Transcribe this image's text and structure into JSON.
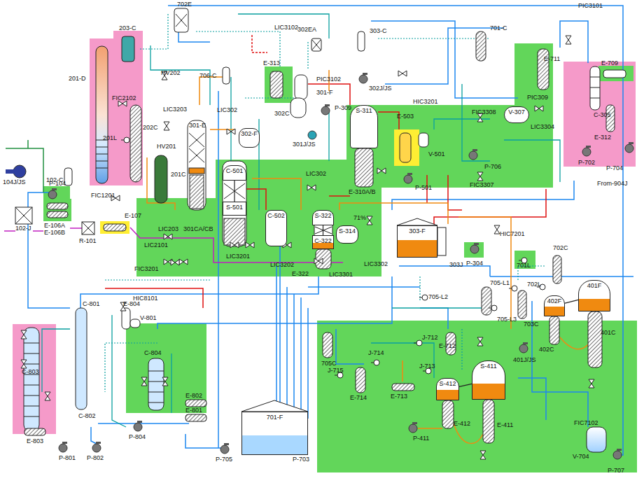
{
  "diagram": {
    "nodes": [
      {
        "text": [
          "701-F"
        ]
      },
      {
        "text": [
          "303-F"
        ]
      },
      {
        "text": [
          "S-311"
        ]
      },
      {
        "text": [
          "302-F"
        ]
      },
      {
        "text": [
          "V-307"
        ]
      },
      {
        "text": [
          "C-501"
        ]
      },
      {
        "text": [
          "S-501"
        ]
      },
      {
        "text": [
          "C-502"
        ]
      },
      {
        "text": [
          "S-322"
        ]
      },
      {
        "text": [
          "C-322"
        ]
      },
      {
        "text": [
          "S-314"
        ]
      },
      {
        "text": [
          "402F"
        ]
      },
      {
        "text": [
          "401F"
        ]
      },
      {
        "text": [
          "S-412"
        ]
      },
      {
        "text": [
          "S-411"
        ]
      }
    ],
    "edges": [
      {
        "from": 5,
        "to": 6,
        "arrow": "none"
      },
      {
        "from": 8,
        "to": 9,
        "arrow": "none"
      },
      {
        "from": 11,
        "to": 12,
        "arrow": "none"
      },
      {
        "from": 13,
        "to": 14,
        "arrow": "none"
      }
    ],
    "labels": [
      "702E",
      "203-C",
      "201-D",
      "FIC2102",
      "HV202",
      "706-C",
      "LIC3102",
      "302EA",
      "303-C",
      "701-C",
      "PIC3101",
      "E-711",
      "E-709",
      "E-313",
      "PIC3102",
      "301-F",
      "302J/JS",
      "302C",
      "P-309",
      "301J/JS",
      "LIC3203",
      "LIC302",
      "202C",
      "201L",
      "HV201",
      "201C",
      "301-E",
      "HIC3201",
      "FIC3308",
      "LIC3304",
      "PIC309",
      "C-305",
      "E-312",
      "P-702",
      "P-704",
      "From-904J",
      "P-104",
      "104J/JS",
      "102-C",
      "FIC1201",
      "102-J",
      "E-106A",
      "E-106B",
      "R-101",
      "E-107",
      "LIC203",
      "LIC2101",
      "301CA/CB",
      "FIC3201",
      "LIC3201",
      "LIC3202",
      "LIC302",
      "E-310A/B",
      "E-503",
      "V-501",
      "P-501",
      "P-706",
      "FIC3307",
      "71%",
      "E-322",
      "LIC3301",
      "LIC3302",
      "303J",
      "P-304",
      "HIC7201",
      "701L",
      "702C",
      "702L",
      "705-L1",
      "705-L2",
      "705-L3",
      "703C",
      "402C",
      "401C",
      "401J/JS",
      "HIC8101",
      "E-804",
      "V-801",
      "C-801",
      "C-802",
      "C-803",
      "C-804",
      "E-803",
      "P-801",
      "P-802",
      "P-804",
      "E-802",
      "E-801",
      "P-705",
      "P-703",
      "705C",
      "J-712",
      "E-712",
      "J-714",
      "J-715",
      "E-714",
      "J-713",
      "E-713",
      "E-412",
      "E-411",
      "P-411",
      "FIC7102",
      "V-704",
      "P-707"
    ]
  }
}
